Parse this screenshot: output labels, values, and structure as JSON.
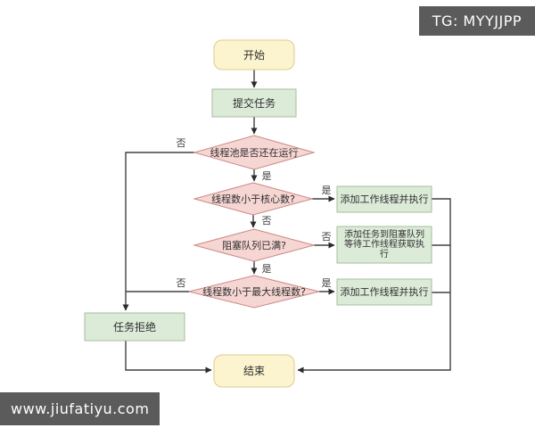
{
  "watermarks": {
    "top_right": "TG: MYYJJPP",
    "bottom_left": "www.jiufatiyu.com"
  },
  "colors": {
    "terminal_fill": "#FCF3CF",
    "terminal_border": "#DECB8B",
    "process_fill": "#DCEBD8",
    "process_border": "#A3BF97",
    "decision_fill": "#F6D6D3",
    "decision_border": "#CC8886",
    "edge_line": "#404040",
    "watermark_bg": "#5B5B5B",
    "watermark_text": "#FFFFFF"
  },
  "nodes": {
    "start": "开始",
    "submit": "提交任务",
    "pool_running": "线程池是否还在运行",
    "lt_core": "线程数小于核心数?",
    "queue_full": "阻塞队列已满?",
    "lt_max": "线程数小于最大线程数?",
    "add_worker_top": "添加工作线程并执行",
    "enqueue_line1": "添加任务到阻塞队列",
    "enqueue_line2": "等待工作线程获取执",
    "enqueue_line3": "行",
    "add_worker_bottom": "添加工作线程并执行",
    "reject": "任务拒绝",
    "end": "结束"
  },
  "labels": {
    "yes": "是",
    "no": "否"
  }
}
